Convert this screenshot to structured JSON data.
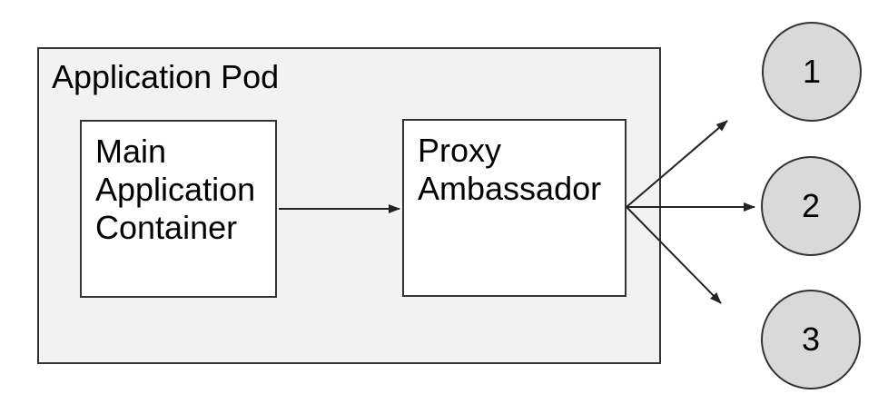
{
  "diagram": {
    "pod": {
      "label": "Application Pod"
    },
    "nodes": {
      "main_container": {
        "label": "Main\nApplication\nContainer"
      },
      "proxy_ambassador": {
        "label": "Proxy\nAmbassador"
      }
    },
    "endpoints": [
      {
        "label": "1"
      },
      {
        "label": "2"
      },
      {
        "label": "3"
      }
    ],
    "colors": {
      "background": "#ffffff",
      "pod_fill": "#f2f2f3",
      "node_fill": "#ffffff",
      "endpoint_fill": "#d9d9d9",
      "stroke": "#333333",
      "arrow": "#222222",
      "text": "#000000"
    }
  }
}
